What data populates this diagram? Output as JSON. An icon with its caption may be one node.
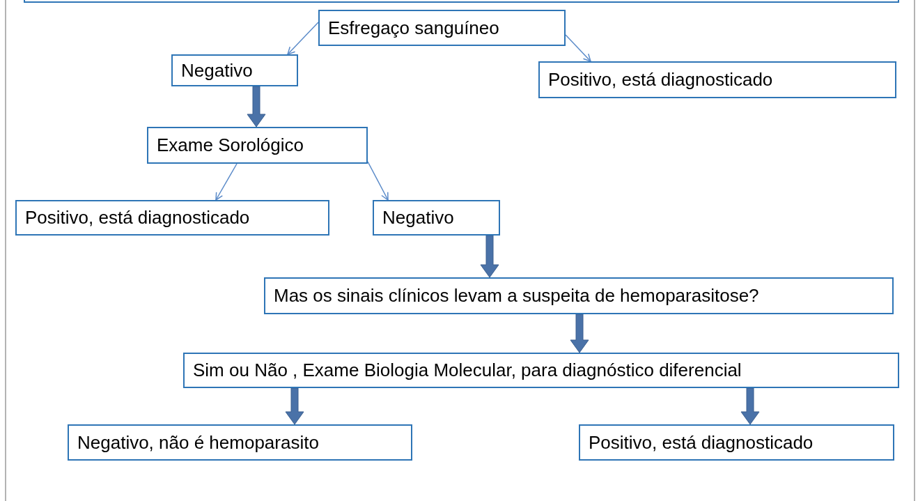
{
  "diagram": {
    "nodes": [
      {
        "text": [
          "Esfregaço sanguíneo"
        ]
      },
      {
        "text": [
          "Negativo"
        ]
      },
      {
        "text": [
          "Positivo, está diagnosticado"
        ]
      },
      {
        "text": [
          "Exame Sorológico"
        ]
      },
      {
        "text": [
          "Positivo, está diagnosticado"
        ]
      },
      {
        "text": [
          "Negativo"
        ]
      },
      {
        "text": [
          "Mas os sinais clínicos levam a suspeita de hemoparasitose?"
        ]
      },
      {
        "text": [
          "Sim ou Não , Exame Biologia Molecular, para diagnóstico diferencial"
        ]
      },
      {
        "text": [
          "Negativo, não é hemoparasito"
        ]
      },
      {
        "text": [
          "Positivo, está diagnosticado"
        ]
      }
    ],
    "edges": [
      {
        "from": 0,
        "to": 1,
        "arrow": "to"
      },
      {
        "from": 0,
        "to": 2,
        "arrow": "to"
      },
      {
        "from": 1,
        "to": 3,
        "arrow": "to",
        "style": "thick"
      },
      {
        "from": 3,
        "to": 4,
        "arrow": "to"
      },
      {
        "from": 3,
        "to": 5,
        "arrow": "to"
      },
      {
        "from": 5,
        "to": 6,
        "arrow": "to",
        "style": "thick"
      },
      {
        "from": 6,
        "to": 7,
        "arrow": "to",
        "style": "thick"
      },
      {
        "from": 7,
        "to": 8,
        "arrow": "to",
        "style": "thick"
      },
      {
        "from": 7,
        "to": 9,
        "arrow": "to",
        "style": "thick"
      }
    ]
  }
}
